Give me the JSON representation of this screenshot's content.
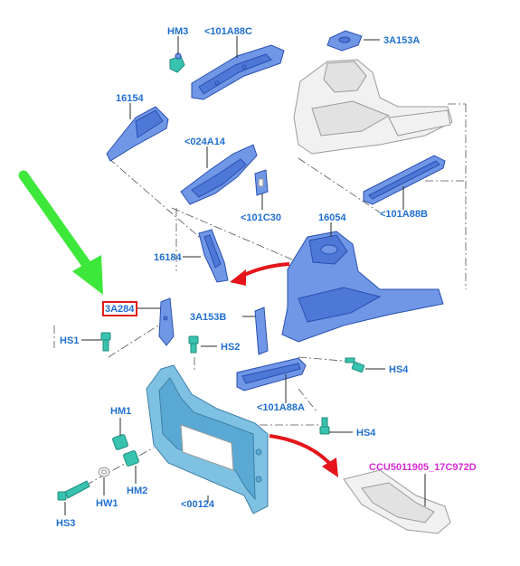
{
  "labels": {
    "hm3": "HM3",
    "p101a88c": "<101A88C",
    "p3a153a": "3A153A",
    "p16154": "16154",
    "p024a14": "<024A14",
    "p101c30": "<101C30",
    "p16054": "16054",
    "p101a88b": "<101A88B",
    "p16184": "16184",
    "p3a284": "3A284",
    "p3a153b": "3A153B",
    "hs1": "HS1",
    "hs2": "HS2",
    "hs4_upper": "HS4",
    "p101a88a": "<101A88A",
    "hs4_lower": "HS4",
    "hm1": "HM1",
    "hm2": "HM2",
    "hw1": "HW1",
    "hs3": "HS3",
    "p00124": "<00124",
    "ccu": "CCU5011905_17C972D"
  },
  "colors": {
    "label_blue": "#1f6fd1",
    "ccu_magenta": "#d62ad6",
    "highlight_red": "#e11b1b",
    "pointer_green": "#3ee83a",
    "arrow_red": "#e4161b"
  },
  "icons": {
    "pointer": "green-arrow-icon",
    "arrows": "red-curved-arrow-icon"
  }
}
